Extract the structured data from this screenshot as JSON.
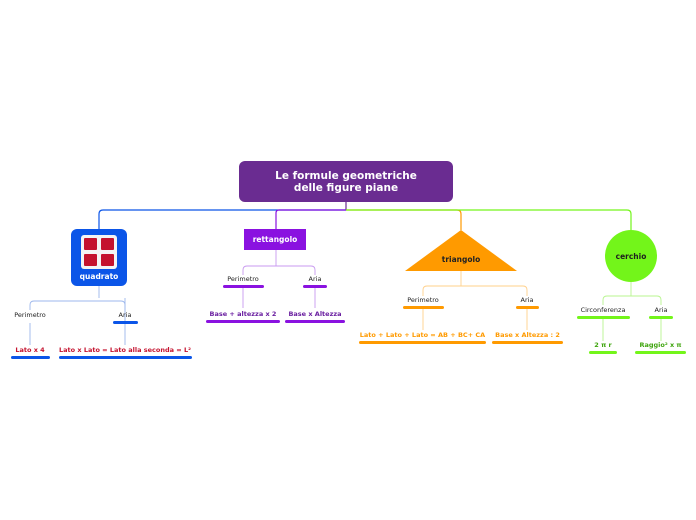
{
  "root": {
    "title": "Le formule geometriche delle figure piane"
  },
  "shapes": [
    {
      "name": "quadrato",
      "color": "#0b55e8",
      "icon": "window-grid-icon",
      "perimetro": {
        "label": "Perimetro",
        "formula": "Lato x 4"
      },
      "aria": {
        "label": "Aria",
        "formula": "Lato x Lato = Lato alla seconda = L²"
      }
    },
    {
      "name": "rettangolo",
      "color": "#8a12e0",
      "perimetro": {
        "label": "Perimetro",
        "formula": "Base + altezza x 2"
      },
      "aria": {
        "label": "Aria",
        "formula": "Base x Altezza"
      }
    },
    {
      "name": "triangolo",
      "color": "#ff9a00",
      "perimetro": {
        "label": "Perimetro",
        "formula": "Lato + Lato + Lato = AB + BC+ CA"
      },
      "aria": {
        "label": "Aria",
        "formula": "Base x Altezza : 2"
      }
    },
    {
      "name": "cerchio",
      "color": "#73f51a",
      "perimetro": {
        "label": "Circonferenza",
        "formula": "2 π r"
      },
      "aria": {
        "label": "Aria",
        "formula": "Raggio² x π"
      }
    }
  ],
  "colors": {
    "root": "#6a2c91",
    "formula_red": "#c4122e",
    "formula_purple": "#6a1fa0",
    "formula_orange": "#ff9a00",
    "formula_green": "#3fa50e"
  }
}
